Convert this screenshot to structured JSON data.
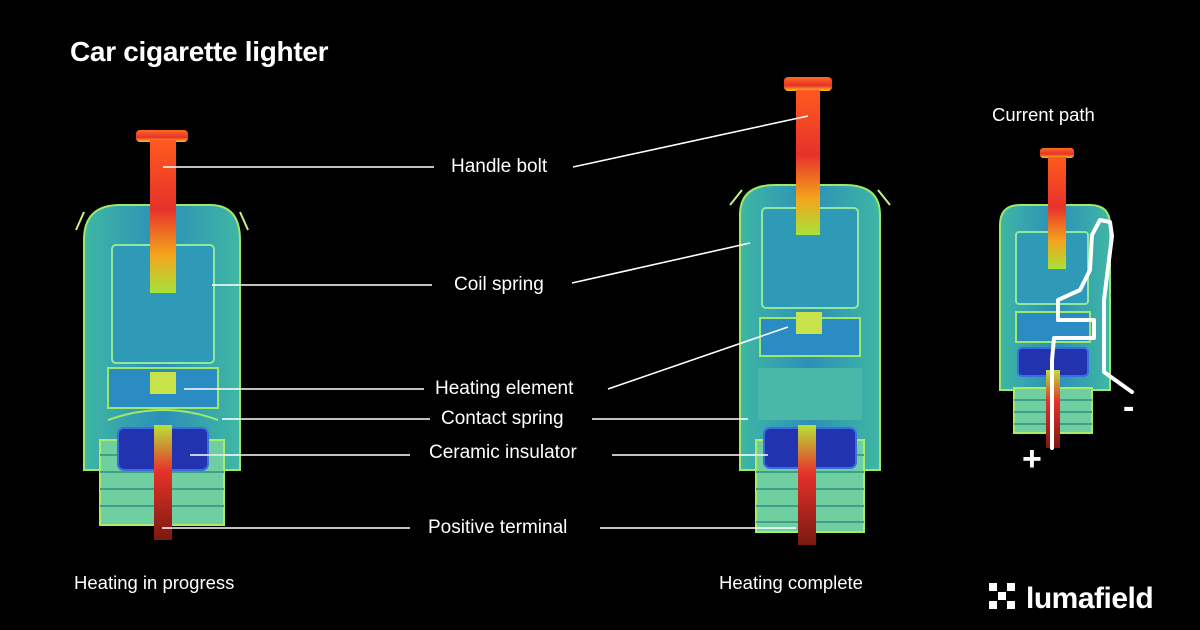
{
  "title": "Car cigarette lighter",
  "labels": {
    "handle_bolt": "Handle bolt",
    "coil_spring": "Coil spring",
    "heating_element": "Heating element",
    "contact_spring": "Contact spring",
    "ceramic_insulator": "Ceramic insulator",
    "positive_terminal": "Positive terminal"
  },
  "captions": {
    "left": "Heating in progress",
    "middle": "Heating complete",
    "right": "Current path"
  },
  "current_path": {
    "plus": "+",
    "minus": "-"
  },
  "brand": {
    "name": "lumafield",
    "icon": "lumafield-logo-icon"
  },
  "colors": {
    "background": "#000000",
    "hot": "#e8402a",
    "warm": "#f5c21b",
    "cool": "#5fc8a8",
    "cold": "#2a3fc8"
  }
}
